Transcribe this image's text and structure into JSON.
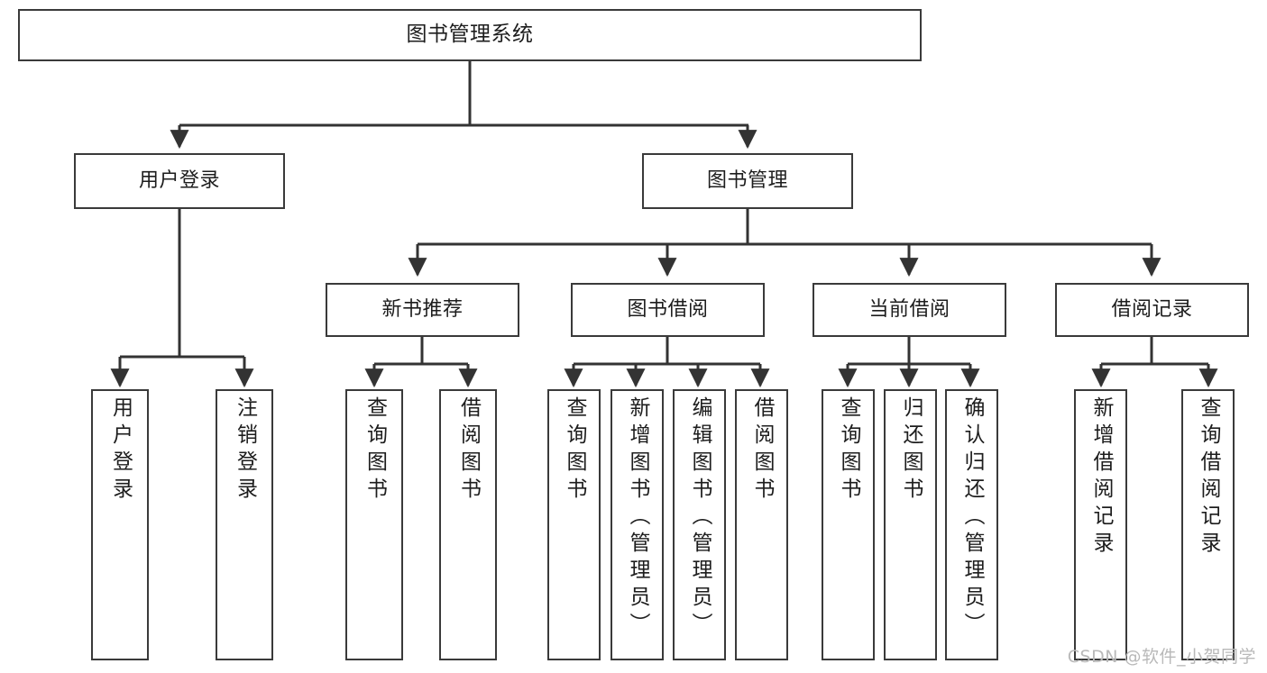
{
  "diagram": {
    "title": "图书管理系统",
    "type": "hierarchy-tree",
    "levels": 4,
    "colors": {
      "box_border": "#3a3a3a",
      "box_fill": "#ffffff",
      "connector": "#333333",
      "text": "#1d1d1d",
      "watermark": "#b9b9b9"
    },
    "root": {
      "label": "图书管理系统"
    },
    "level2": [
      {
        "id": "user-login",
        "label": "用户登录"
      },
      {
        "id": "book-management",
        "label": "图书管理"
      }
    ],
    "level3": [
      {
        "id": "new-book-recommend",
        "label": "新书推荐"
      },
      {
        "id": "book-borrow",
        "label": "图书借阅"
      },
      {
        "id": "current-borrow",
        "label": "当前借阅"
      },
      {
        "id": "borrow-record",
        "label": "借阅记录"
      }
    ],
    "leaves": {
      "user_login": [
        {
          "id": "leaf-user-login",
          "label": "用户登录"
        },
        {
          "id": "leaf-logout-login",
          "label": "注销登录"
        }
      ],
      "new_book_recommend": [
        {
          "id": "leaf-query-book-1",
          "label": "查询图书"
        },
        {
          "id": "leaf-borrow-book-1",
          "label": "借阅图书"
        }
      ],
      "book_borrow": [
        {
          "id": "leaf-query-book-2",
          "label": "查询图书"
        },
        {
          "id": "leaf-add-book",
          "label": "新增图书（管理员）"
        },
        {
          "id": "leaf-edit-book",
          "label": "编辑图书（管理员）"
        },
        {
          "id": "leaf-borrow-book-2",
          "label": "借阅图书"
        }
      ],
      "current_borrow": [
        {
          "id": "leaf-query-book-3",
          "label": "查询图书"
        },
        {
          "id": "leaf-return-book",
          "label": "归还图书"
        },
        {
          "id": "leaf-confirm-return",
          "label": "确认归还（管理员）"
        }
      ],
      "borrow_record": [
        {
          "id": "leaf-add-borrow-record",
          "label": "新增借阅记录"
        },
        {
          "id": "leaf-query-borrow-record",
          "label": "查询借阅记录"
        }
      ]
    }
  },
  "watermark": {
    "text": "CSDN @软件_小贺同学"
  }
}
